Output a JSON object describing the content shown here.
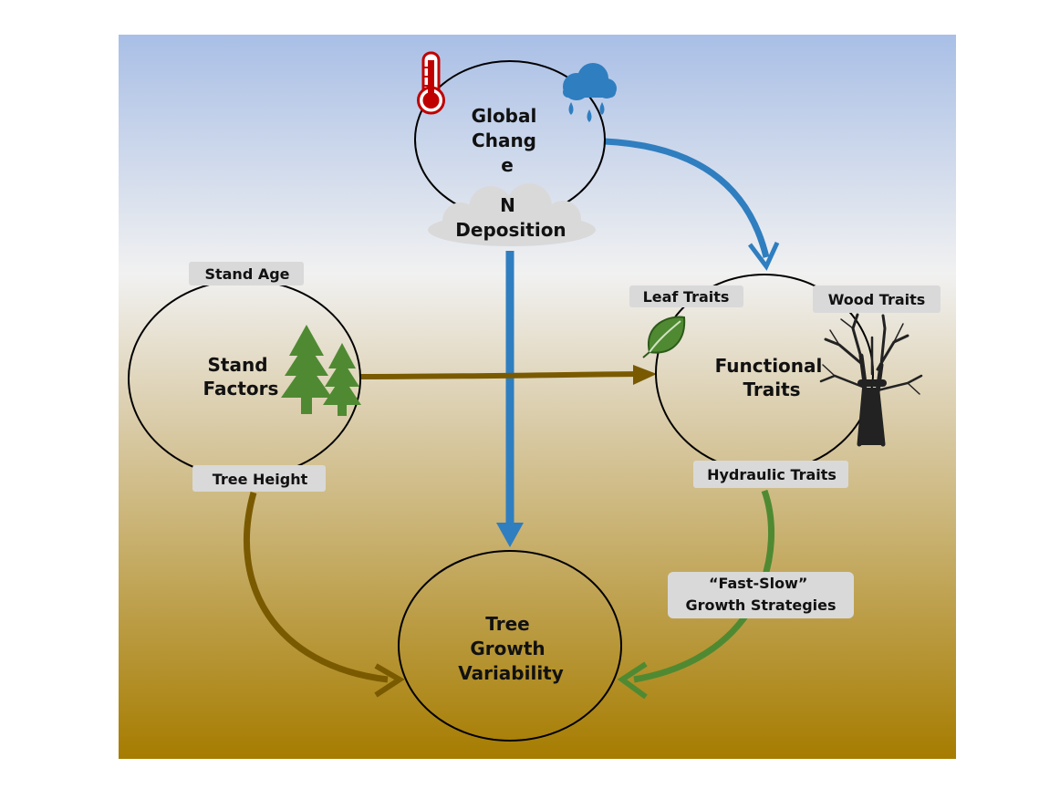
{
  "nodes": {
    "global_change": {
      "lines": [
        "Global",
        "Chang",
        "e"
      ]
    },
    "n_deposition": {
      "lines": [
        "N",
        "Deposition"
      ]
    },
    "stand_factors": {
      "lines": [
        "Stand",
        "Factors"
      ]
    },
    "functional_traits": {
      "lines": [
        "Functional",
        "Traits"
      ]
    },
    "tree_growth": {
      "lines": [
        "Tree",
        "Growth",
        "Variability"
      ]
    }
  },
  "tags": {
    "stand_age": "Stand Age",
    "tree_height": "Tree Height",
    "leaf_traits": "Leaf Traits",
    "wood_traits": "Wood Traits",
    "hydraulic_traits": "Hydraulic Traits",
    "fast_slow": [
      "“Fast-Slow”",
      "Growth Strategies"
    ]
  },
  "icons": [
    "thermometer-icon",
    "rain-cloud-icon",
    "conifer-trees-icon",
    "leaf-icon",
    "bare-tree-icon"
  ],
  "colors": {
    "sky_top": "#a9bfe6",
    "ground_bottom": "#a67c00",
    "arrow_blue": "#2f7ec0",
    "arrow_brown": "#7a5a00",
    "arrow_green": "#4f8a32",
    "tree_green": "#4f8a32",
    "tag_bg": "#d9d9d9"
  }
}
